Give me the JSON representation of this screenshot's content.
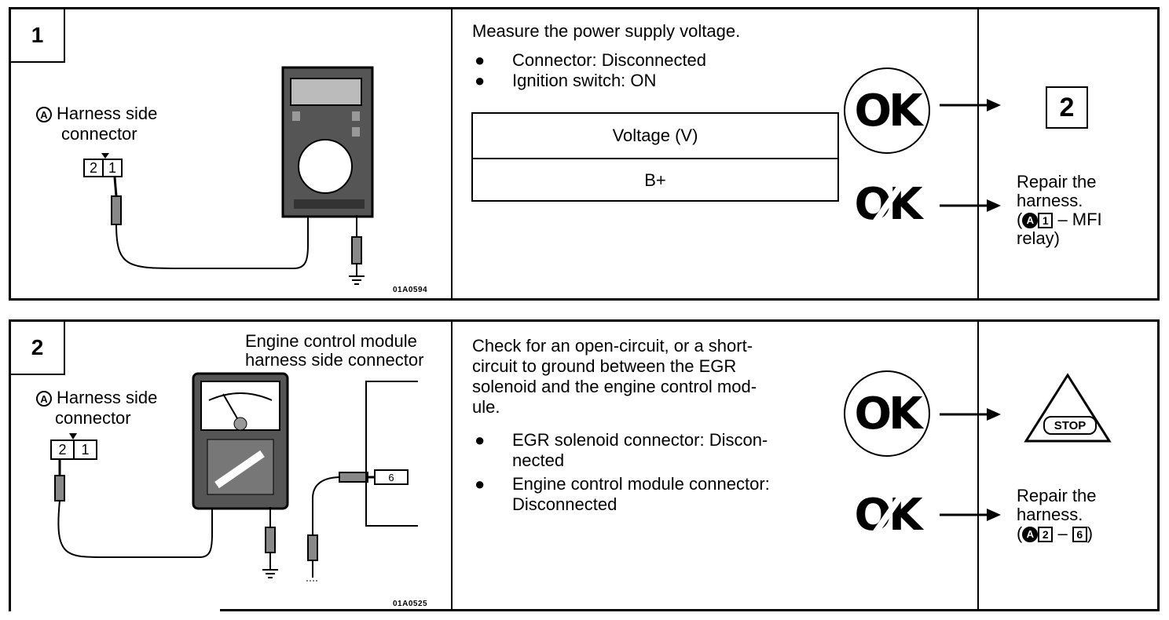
{
  "step1": {
    "number": "1",
    "diagram": {
      "harness_label_line1": "Harness side",
      "harness_label_line2": "connector",
      "circle_letter": "A",
      "pin_left": "2",
      "pin_right": "1",
      "figure_code": "01A0594"
    },
    "instruction": "Measure the power supply voltage.",
    "bullets": [
      "Connector: Disconnected",
      "Ignition switch: ON"
    ],
    "table": {
      "header": "Voltage  (V)",
      "value": "B+"
    },
    "ok_label": "OK",
    "ng_label": "OK",
    "next_step": "2",
    "repair": {
      "line1": "Repair the",
      "line2": "harness.",
      "line3_prefix": "(",
      "circle_letter": "A",
      "pin": "1",
      "line3_suffix": " – MFI",
      "line4": "relay)"
    }
  },
  "step2": {
    "number": "2",
    "diagram": {
      "ecm_label_line1": "Engine control module",
      "ecm_label_line2": "harness side connector",
      "harness_label_line1": "Harness side",
      "harness_label_line2": "connector",
      "circle_letter": "A",
      "pin_left": "2",
      "pin_right": "1",
      "ecm_pin": "6",
      "figure_code": "01A0525"
    },
    "instruction_lines": [
      "Check for an open-circuit, or a short-",
      "circuit to ground between the EGR",
      "solenoid and the engine control mod-",
      "ule."
    ],
    "bullets": [
      {
        "line1": "EGR solenoid connector: Discon-",
        "line2": "nected"
      },
      {
        "line1": "Engine control module connector:",
        "line2": "Disconnected"
      }
    ],
    "ok_label": "OK",
    "ng_label": "OK",
    "stop_label": "STOP",
    "repair": {
      "line1": "Repair the",
      "line2": "harness.",
      "prefix": "(",
      "circle_letter": "A",
      "pin_a": "2",
      "dash": " – ",
      "pin_b": "6",
      "suffix": ")"
    }
  }
}
